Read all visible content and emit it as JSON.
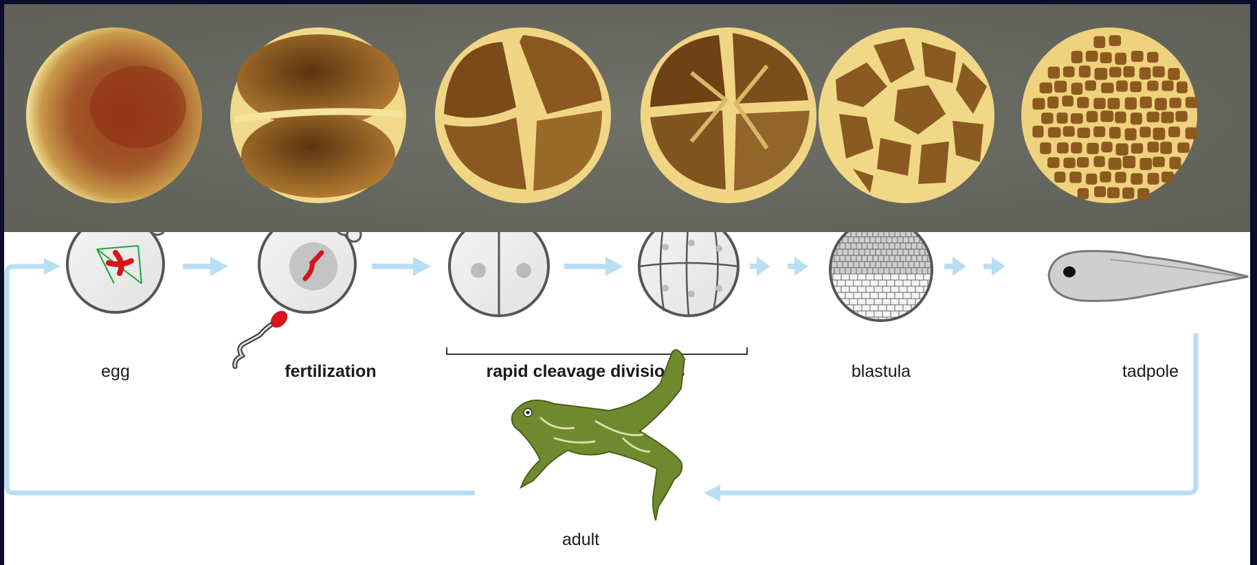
{
  "photo_strip": {
    "embryos": [
      {
        "name": "embryo-photo-egg"
      },
      {
        "name": "embryo-photo-2-cell"
      },
      {
        "name": "embryo-photo-4-cell"
      },
      {
        "name": "embryo-photo-8-cell"
      },
      {
        "name": "embryo-photo-early-blastula"
      },
      {
        "name": "embryo-photo-blastula"
      }
    ]
  },
  "diagram": {
    "stages": {
      "egg": "egg",
      "fertilization": "fertilization",
      "cleavage": "rapid cleavage divisions",
      "blastula": "blastula",
      "tadpole": "tadpole",
      "adult": "adult"
    },
    "colors": {
      "arrow": "#b9def4",
      "cell_fill": "#ececec",
      "cell_stroke": "#555555",
      "chromosome": "#d6141b",
      "spindle": "#1fa23a",
      "frog_green": "#6f8a2e"
    }
  }
}
